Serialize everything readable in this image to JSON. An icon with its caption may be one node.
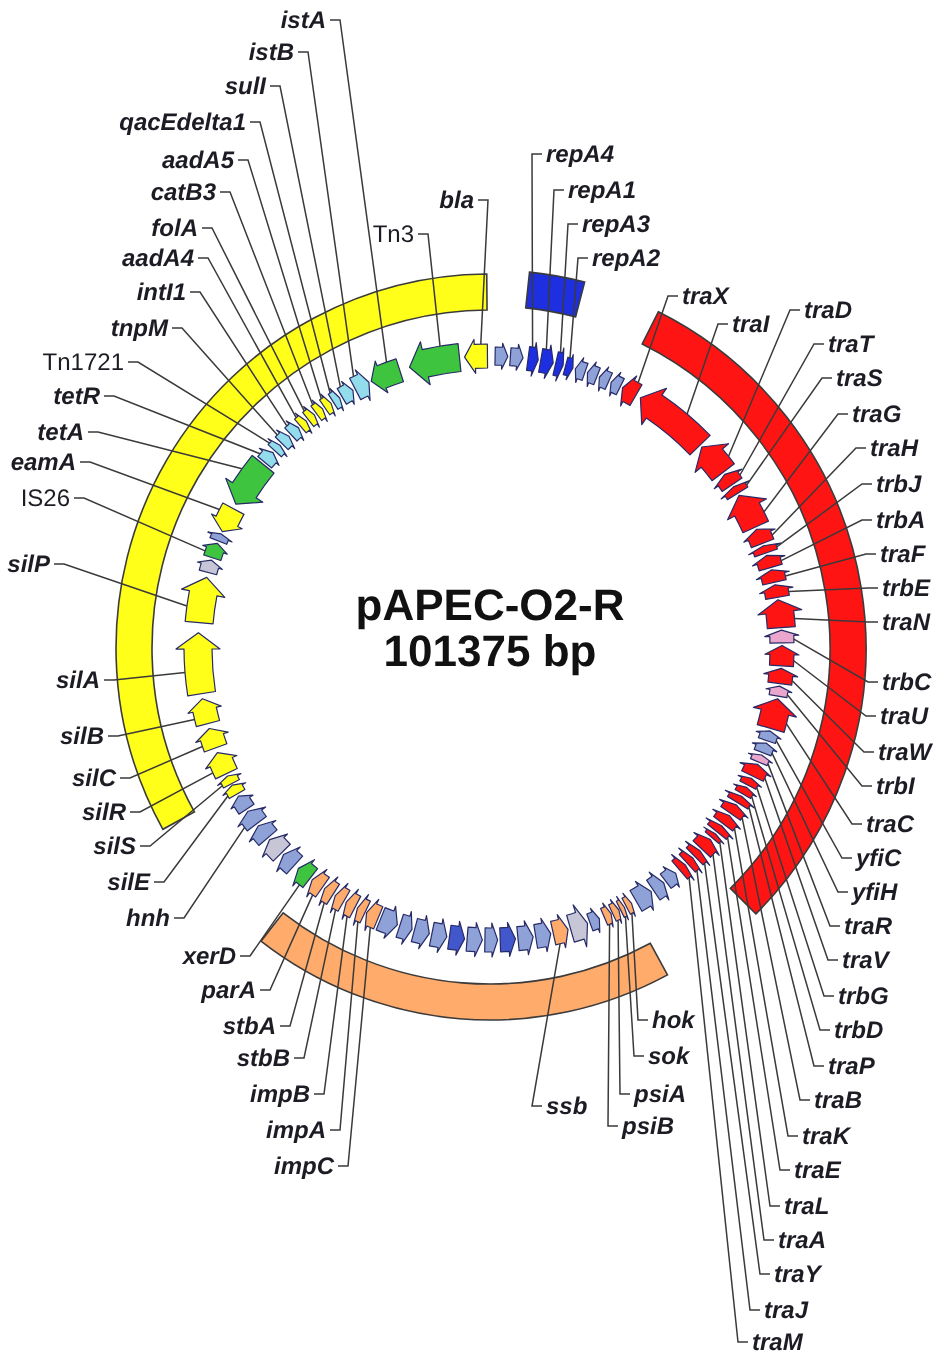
{
  "diagram": {
    "title": "pAPEC-O2-R 101375 bp",
    "nodes": [
      {
        "text": [
          "istA"
        ]
      },
      {
        "text": [
          "istB"
        ]
      },
      {
        "text": [
          "sulI"
        ]
      },
      {
        "text": [
          "qacEdelta1"
        ]
      },
      {
        "text": [
          "aadA5"
        ]
      },
      {
        "text": [
          "catB3"
        ]
      },
      {
        "text": [
          "folA"
        ]
      },
      {
        "text": [
          "aadA4"
        ]
      },
      {
        "text": [
          "intI1"
        ]
      },
      {
        "text": [
          "tnpM"
        ]
      },
      {
        "text": [
          "Tn1721"
        ]
      },
      {
        "text": [
          "tetR"
        ]
      },
      {
        "text": [
          "tetA"
        ]
      },
      {
        "text": [
          "eamA"
        ]
      },
      {
        "text": [
          "IS26"
        ]
      },
      {
        "text": [
          "silP"
        ]
      },
      {
        "text": [
          "silA"
        ]
      },
      {
        "text": [
          "silB"
        ]
      },
      {
        "text": [
          "silC"
        ]
      },
      {
        "text": [
          "silR"
        ]
      },
      {
        "text": [
          "silS"
        ]
      },
      {
        "text": [
          "silE"
        ]
      },
      {
        "text": [
          "hnh"
        ]
      },
      {
        "text": [
          "xerD"
        ]
      },
      {
        "text": [
          "parA"
        ]
      },
      {
        "text": [
          "stbA"
        ]
      },
      {
        "text": [
          "stbB"
        ]
      },
      {
        "text": [
          "impB"
        ]
      },
      {
        "text": [
          "impA"
        ]
      },
      {
        "text": [
          "impC"
        ]
      },
      {
        "text": [
          "Tn3"
        ]
      },
      {
        "text": [
          "bla"
        ]
      },
      {
        "text": [
          "repA4"
        ]
      },
      {
        "text": [
          "repA1"
        ]
      },
      {
        "text": [
          "repA3"
        ]
      },
      {
        "text": [
          "repA2"
        ]
      },
      {
        "text": [
          "ssb"
        ]
      },
      {
        "text": [
          "hok"
        ]
      },
      {
        "text": [
          "sok"
        ]
      },
      {
        "text": [
          "psiA"
        ]
      },
      {
        "text": [
          "psiB"
        ]
      },
      {
        "text": [
          "traX"
        ]
      },
      {
        "text": [
          "traI"
        ]
      },
      {
        "text": [
          "traD"
        ]
      },
      {
        "text": [
          "traT"
        ]
      },
      {
        "text": [
          "traS"
        ]
      },
      {
        "text": [
          "traG"
        ]
      },
      {
        "text": [
          "traH"
        ]
      },
      {
        "text": [
          "trbJ"
        ]
      },
      {
        "text": [
          "trbA"
        ]
      },
      {
        "text": [
          "traF"
        ]
      },
      {
        "text": [
          "trbE"
        ]
      },
      {
        "text": [
          "traN"
        ]
      },
      {
        "text": [
          "trbC"
        ]
      },
      {
        "text": [
          "traU"
        ]
      },
      {
        "text": [
          "traW"
        ]
      },
      {
        "text": [
          "trbI"
        ]
      },
      {
        "text": [
          "traC"
        ]
      },
      {
        "text": [
          "yfiC"
        ]
      },
      {
        "text": [
          "yfiH"
        ]
      },
      {
        "text": [
          "traR"
        ]
      },
      {
        "text": [
          "traV"
        ]
      },
      {
        "text": [
          "trbG"
        ]
      },
      {
        "text": [
          "trbD"
        ]
      },
      {
        "text": [
          "traP"
        ]
      },
      {
        "text": [
          "traB"
        ]
      },
      {
        "text": [
          "traK"
        ]
      },
      {
        "text": [
          "traE"
        ]
      },
      {
        "text": [
          "traL"
        ]
      },
      {
        "text": [
          "traA"
        ]
      },
      {
        "text": [
          "traY"
        ]
      },
      {
        "text": [
          "traJ"
        ]
      },
      {
        "text": [
          "traM"
        ]
      },
      {
        "text": [],
        "shape": "arrow"
      },
      {
        "text": [],
        "shape": "arrow"
      },
      {
        "text": [],
        "shape": "arrow"
      },
      {
        "text": [],
        "shape": "arrow"
      },
      {
        "text": [],
        "shape": "arrow"
      },
      {
        "text": [],
        "shape": "arrow"
      },
      {
        "text": [],
        "shape": "arrow"
      },
      {
        "text": [],
        "shape": "arrow"
      },
      {
        "text": [],
        "shape": "arrow"
      },
      {
        "text": [],
        "shape": "arrow"
      },
      {
        "text": [],
        "shape": "arrow"
      },
      {
        "text": [],
        "shape": "arrow"
      },
      {
        "text": [],
        "shape": "arrow"
      },
      {
        "text": [],
        "shape": "arrow"
      },
      {
        "text": [],
        "shape": "arrow"
      },
      {
        "text": [],
        "shape": "arrow"
      },
      {
        "text": [],
        "shape": "arrow"
      },
      {
        "text": [],
        "shape": "arrow"
      },
      {
        "text": [],
        "shape": "arrow"
      },
      {
        "text": [],
        "shape": "arrow"
      },
      {
        "text": [],
        "shape": "arrow"
      },
      {
        "text": [],
        "shape": "arrow"
      },
      {
        "text": [],
        "shape": "arrow"
      },
      {
        "text": [],
        "shape": "arrow"
      },
      {
        "text": [],
        "shape": "arrow"
      },
      {
        "text": [],
        "shape": "arrow"
      },
      {
        "text": [],
        "shape": "arrow"
      },
      {
        "text": [],
        "shape": "arrow"
      },
      {
        "text": [],
        "shape": "arrow"
      },
      {
        "text": [],
        "shape": "arrow"
      },
      {
        "text": [],
        "shape": "arrow"
      },
      {
        "text": [],
        "shape": "arrow"
      },
      {
        "text": [],
        "shape": "arrow"
      },
      {
        "text": [],
        "shape": "arrow"
      },
      {
        "text": [],
        "shape": "arrow"
      },
      {
        "text": [],
        "shape": "arrow"
      },
      {
        "text": [],
        "shape": "arrow"
      },
      {
        "text": [],
        "shape": "arrow"
      },
      {
        "text": [],
        "shape": "arrow"
      },
      {
        "text": [],
        "shape": "arrow"
      },
      {
        "text": [],
        "shape": "arrow"
      },
      {
        "text": [],
        "shape": "arrow"
      },
      {
        "text": [],
        "shape": "arrow"
      },
      {
        "text": [],
        "shape": "arrow"
      },
      {
        "text": [],
        "shape": "arrow"
      },
      {
        "text": [],
        "shape": "arrow"
      },
      {
        "text": [],
        "shape": "arrow"
      },
      {
        "text": [],
        "shape": "arrow"
      },
      {
        "text": [],
        "shape": "arrow"
      },
      {
        "text": [],
        "shape": "arrow"
      },
      {
        "text": [],
        "shape": "arrow"
      },
      {
        "text": [],
        "shape": "arrow"
      },
      {
        "text": [],
        "shape": "arrow"
      },
      {
        "text": [],
        "shape": "arrow"
      },
      {
        "text": [],
        "shape": "arrow"
      },
      {
        "text": [],
        "shape": "arrow"
      },
      {
        "text": [],
        "shape": "arrow"
      },
      {
        "text": [],
        "shape": "arrow"
      },
      {
        "text": [],
        "shape": "arrow"
      },
      {
        "text": [],
        "shape": "arrow"
      },
      {
        "text": [],
        "shape": "arrow"
      },
      {
        "text": [],
        "shape": "arrow"
      },
      {
        "text": [],
        "shape": "arrow"
      },
      {
        "text": [],
        "shape": "arrow"
      },
      {
        "text": [],
        "shape": "arrow"
      },
      {
        "text": [],
        "shape": "arrow"
      },
      {
        "text": [],
        "shape": "arrow"
      },
      {
        "text": [],
        "shape": "arrow"
      },
      {
        "text": [],
        "shape": "arrow"
      },
      {
        "text": [],
        "shape": "arrow"
      },
      {
        "text": [],
        "shape": "arrow"
      },
      {
        "text": [],
        "shape": "arrow"
      },
      {
        "text": [],
        "shape": "arrow"
      },
      {
        "text": [],
        "shape": "arrow"
      },
      {
        "text": [],
        "shape": "arrow"
      },
      {
        "text": [],
        "shape": "arrow"
      },
      {
        "text": [],
        "shape": "arrow"
      },
      {
        "text": [],
        "shape": "arrow"
      },
      {
        "text": [],
        "shape": "arrow"
      },
      {
        "text": [],
        "shape": "arrow"
      },
      {
        "text": [],
        "shape": "arrow"
      },
      {
        "text": [],
        "shape": "arrow"
      },
      {
        "text": [],
        "shape": "arrow"
      },
      {
        "text": [],
        "shape": "arrow"
      },
      {
        "text": [],
        "shape": "arrow"
      },
      {
        "text": [],
        "shape": "arrow"
      },
      {
        "text": [],
        "shape": "arrow"
      },
      {
        "text": [],
        "shape": "arrow"
      },
      {
        "text": [],
        "shape": "arrow"
      },
      {
        "text": [],
        "shape": "arrow"
      },
      {
        "text": [],
        "shape": "arrow"
      },
      {
        "text": [],
        "shape": "arrow"
      },
      {
        "text": [],
        "shape": "arrow"
      },
      {
        "text": [],
        "shape": "arrow"
      },
      {
        "text": [],
        "shape": "arrow"
      },
      {
        "text": [],
        "shape": "arrow"
      },
      {
        "text": [],
        "shape": "arrow"
      },
      {
        "text": [],
        "shape": "arrow"
      },
      {
        "text": [],
        "shape": "arrow"
      },
      {
        "text": [],
        "shape": "arrow"
      }
    ],
    "edges": [
      {
        "from": 0,
        "to": 170,
        "arrow": "none"
      },
      {
        "from": 1,
        "to": 169,
        "arrow": "none"
      },
      {
        "from": 2,
        "to": 168,
        "arrow": "none"
      },
      {
        "from": 3,
        "to": 167,
        "arrow": "none"
      },
      {
        "from": 4,
        "to": 166,
        "arrow": "none"
      },
      {
        "from": 5,
        "to": 165,
        "arrow": "none"
      },
      {
        "from": 6,
        "to": 164,
        "arrow": "none"
      },
      {
        "from": 7,
        "to": 163,
        "arrow": "none"
      },
      {
        "from": 8,
        "to": 162,
        "arrow": "none"
      },
      {
        "from": 9,
        "to": 161,
        "arrow": "none"
      },
      {
        "from": 10,
        "to": 160,
        "arrow": "none"
      },
      {
        "from": 11,
        "to": 159,
        "arrow": "none"
      },
      {
        "from": 12,
        "to": 158,
        "arrow": "none"
      },
      {
        "from": 13,
        "to": 157,
        "arrow": "none"
      },
      {
        "from": 14,
        "to": 155,
        "arrow": "none"
      },
      {
        "from": 15,
        "to": 153,
        "arrow": "none"
      },
      {
        "from": 16,
        "to": 152,
        "arrow": "none"
      },
      {
        "from": 17,
        "to": 151,
        "arrow": "none"
      },
      {
        "from": 18,
        "to": 150,
        "arrow": "none"
      },
      {
        "from": 19,
        "to": 149,
        "arrow": "none"
      },
      {
        "from": 20,
        "to": 148,
        "arrow": "none"
      },
      {
        "from": 21,
        "to": 147,
        "arrow": "none"
      },
      {
        "from": 22,
        "to": 145,
        "arrow": "none"
      },
      {
        "from": 23,
        "to": 141,
        "arrow": "none"
      },
      {
        "from": 24,
        "to": 140,
        "arrow": "none"
      },
      {
        "from": 25,
        "to": 139,
        "arrow": "none"
      },
      {
        "from": 26,
        "to": 138,
        "arrow": "none"
      },
      {
        "from": 27,
        "to": 137,
        "arrow": "none"
      },
      {
        "from": 28,
        "to": 136,
        "arrow": "none"
      },
      {
        "from": 29,
        "to": 135,
        "arrow": "none"
      },
      {
        "from": 30,
        "to": 171,
        "arrow": "none"
      },
      {
        "from": 31,
        "to": 172,
        "arrow": "none"
      },
      {
        "from": 32,
        "to": 75,
        "arrow": "none"
      },
      {
        "from": 33,
        "to": 76,
        "arrow": "none"
      },
      {
        "from": 34,
        "to": 77,
        "arrow": "none"
      },
      {
        "from": 35,
        "to": 78,
        "arrow": "none"
      },
      {
        "from": 36,
        "to": 124,
        "arrow": "none"
      },
      {
        "from": 37,
        "to": 118,
        "arrow": "none"
      },
      {
        "from": 38,
        "to": 119,
        "arrow": "none"
      },
      {
        "from": 39,
        "to": 120,
        "arrow": "none"
      },
      {
        "from": 40,
        "to": 121,
        "arrow": "none"
      },
      {
        "from": 41,
        "to": 83,
        "arrow": "none"
      },
      {
        "from": 42,
        "to": 84,
        "arrow": "none"
      },
      {
        "from": 43,
        "to": 85,
        "arrow": "none"
      },
      {
        "from": 44,
        "to": 86,
        "arrow": "none"
      },
      {
        "from": 45,
        "to": 87,
        "arrow": "none"
      },
      {
        "from": 46,
        "to": 88,
        "arrow": "none"
      },
      {
        "from": 47,
        "to": 89,
        "arrow": "none"
      },
      {
        "from": 48,
        "to": 90,
        "arrow": "none"
      },
      {
        "from": 49,
        "to": 91,
        "arrow": "none"
      },
      {
        "from": 50,
        "to": 92,
        "arrow": "none"
      },
      {
        "from": 51,
        "to": 93,
        "arrow": "none"
      },
      {
        "from": 52,
        "to": 94,
        "arrow": "none"
      },
      {
        "from": 53,
        "to": 95,
        "arrow": "none"
      },
      {
        "from": 54,
        "to": 96,
        "arrow": "none"
      },
      {
        "from": 55,
        "to": 97,
        "arrow": "none"
      },
      {
        "from": 56,
        "to": 98,
        "arrow": "none"
      },
      {
        "from": 57,
        "to": 99,
        "arrow": "none"
      },
      {
        "from": 58,
        "to": 100,
        "arrow": "none"
      },
      {
        "from": 59,
        "to": 101,
        "arrow": "none"
      },
      {
        "from": 60,
        "to": 102,
        "arrow": "none"
      },
      {
        "from": 61,
        "to": 103,
        "arrow": "none"
      },
      {
        "from": 62,
        "to": 104,
        "arrow": "none"
      },
      {
        "from": 63,
        "to": 105,
        "arrow": "none"
      },
      {
        "from": 64,
        "to": 106,
        "arrow": "none"
      },
      {
        "from": 65,
        "to": 107,
        "arrow": "none"
      },
      {
        "from": 66,
        "to": 108,
        "arrow": "none"
      },
      {
        "from": 67,
        "to": 109,
        "arrow": "none"
      },
      {
        "from": 68,
        "to": 110,
        "arrow": "none"
      },
      {
        "from": 69,
        "to": 111,
        "arrow": "none"
      },
      {
        "from": 70,
        "to": 112,
        "arrow": "none"
      },
      {
        "from": 71,
        "to": 113,
        "arrow": "none"
      },
      {
        "from": 72,
        "to": 114,
        "arrow": "none"
      }
    ]
  }
}
